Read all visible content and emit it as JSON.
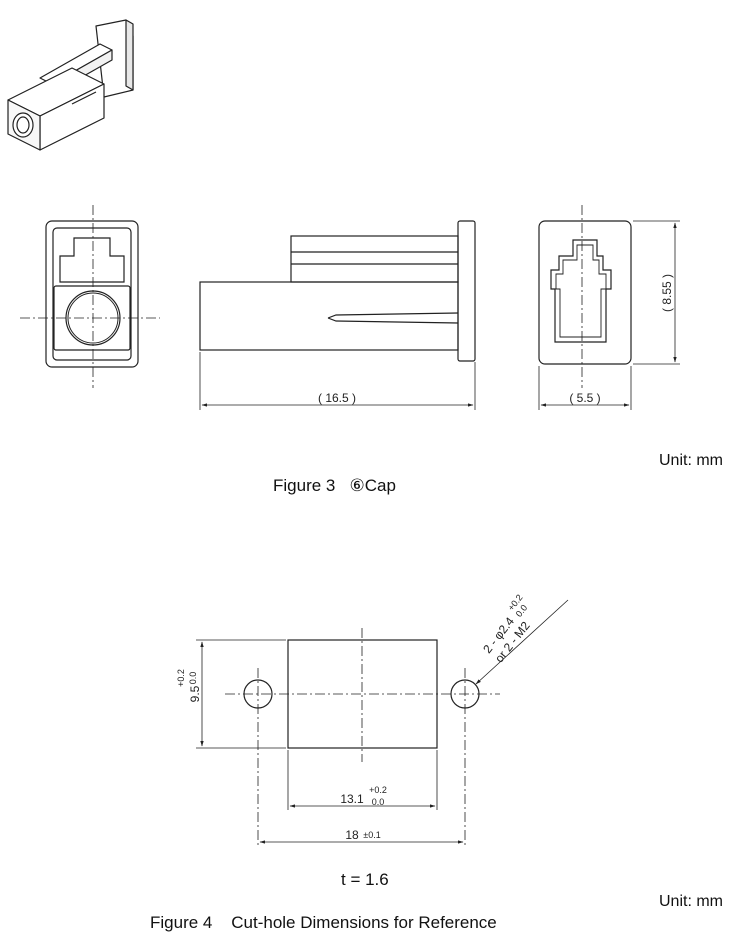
{
  "figure3": {
    "caption": "Figure 3   ⑥Cap",
    "unit": "Unit: mm",
    "dim_length": "( 16.5 )",
    "dim_width": "( 5.5 )",
    "dim_height": "( 8.55 )"
  },
  "figure4": {
    "caption": "Figure 4    Cut-hole Dimensions for Reference",
    "unit": "Unit: mm",
    "thickness": "t = 1.6",
    "height_value": "9.5",
    "height_tol_plus": "+0.2",
    "height_tol_zero": "0.0",
    "width_value": "13.1",
    "width_tol_plus": "+0.2",
    "width_tol_zero": "0.0",
    "pitch_value": "18",
    "pitch_tol": "±0.1",
    "hole_line1": "2 - φ2.4",
    "hole_tol_plus": "+0.2",
    "hole_tol_zero": "0.0",
    "hole_line2": "or 2 - M2"
  }
}
